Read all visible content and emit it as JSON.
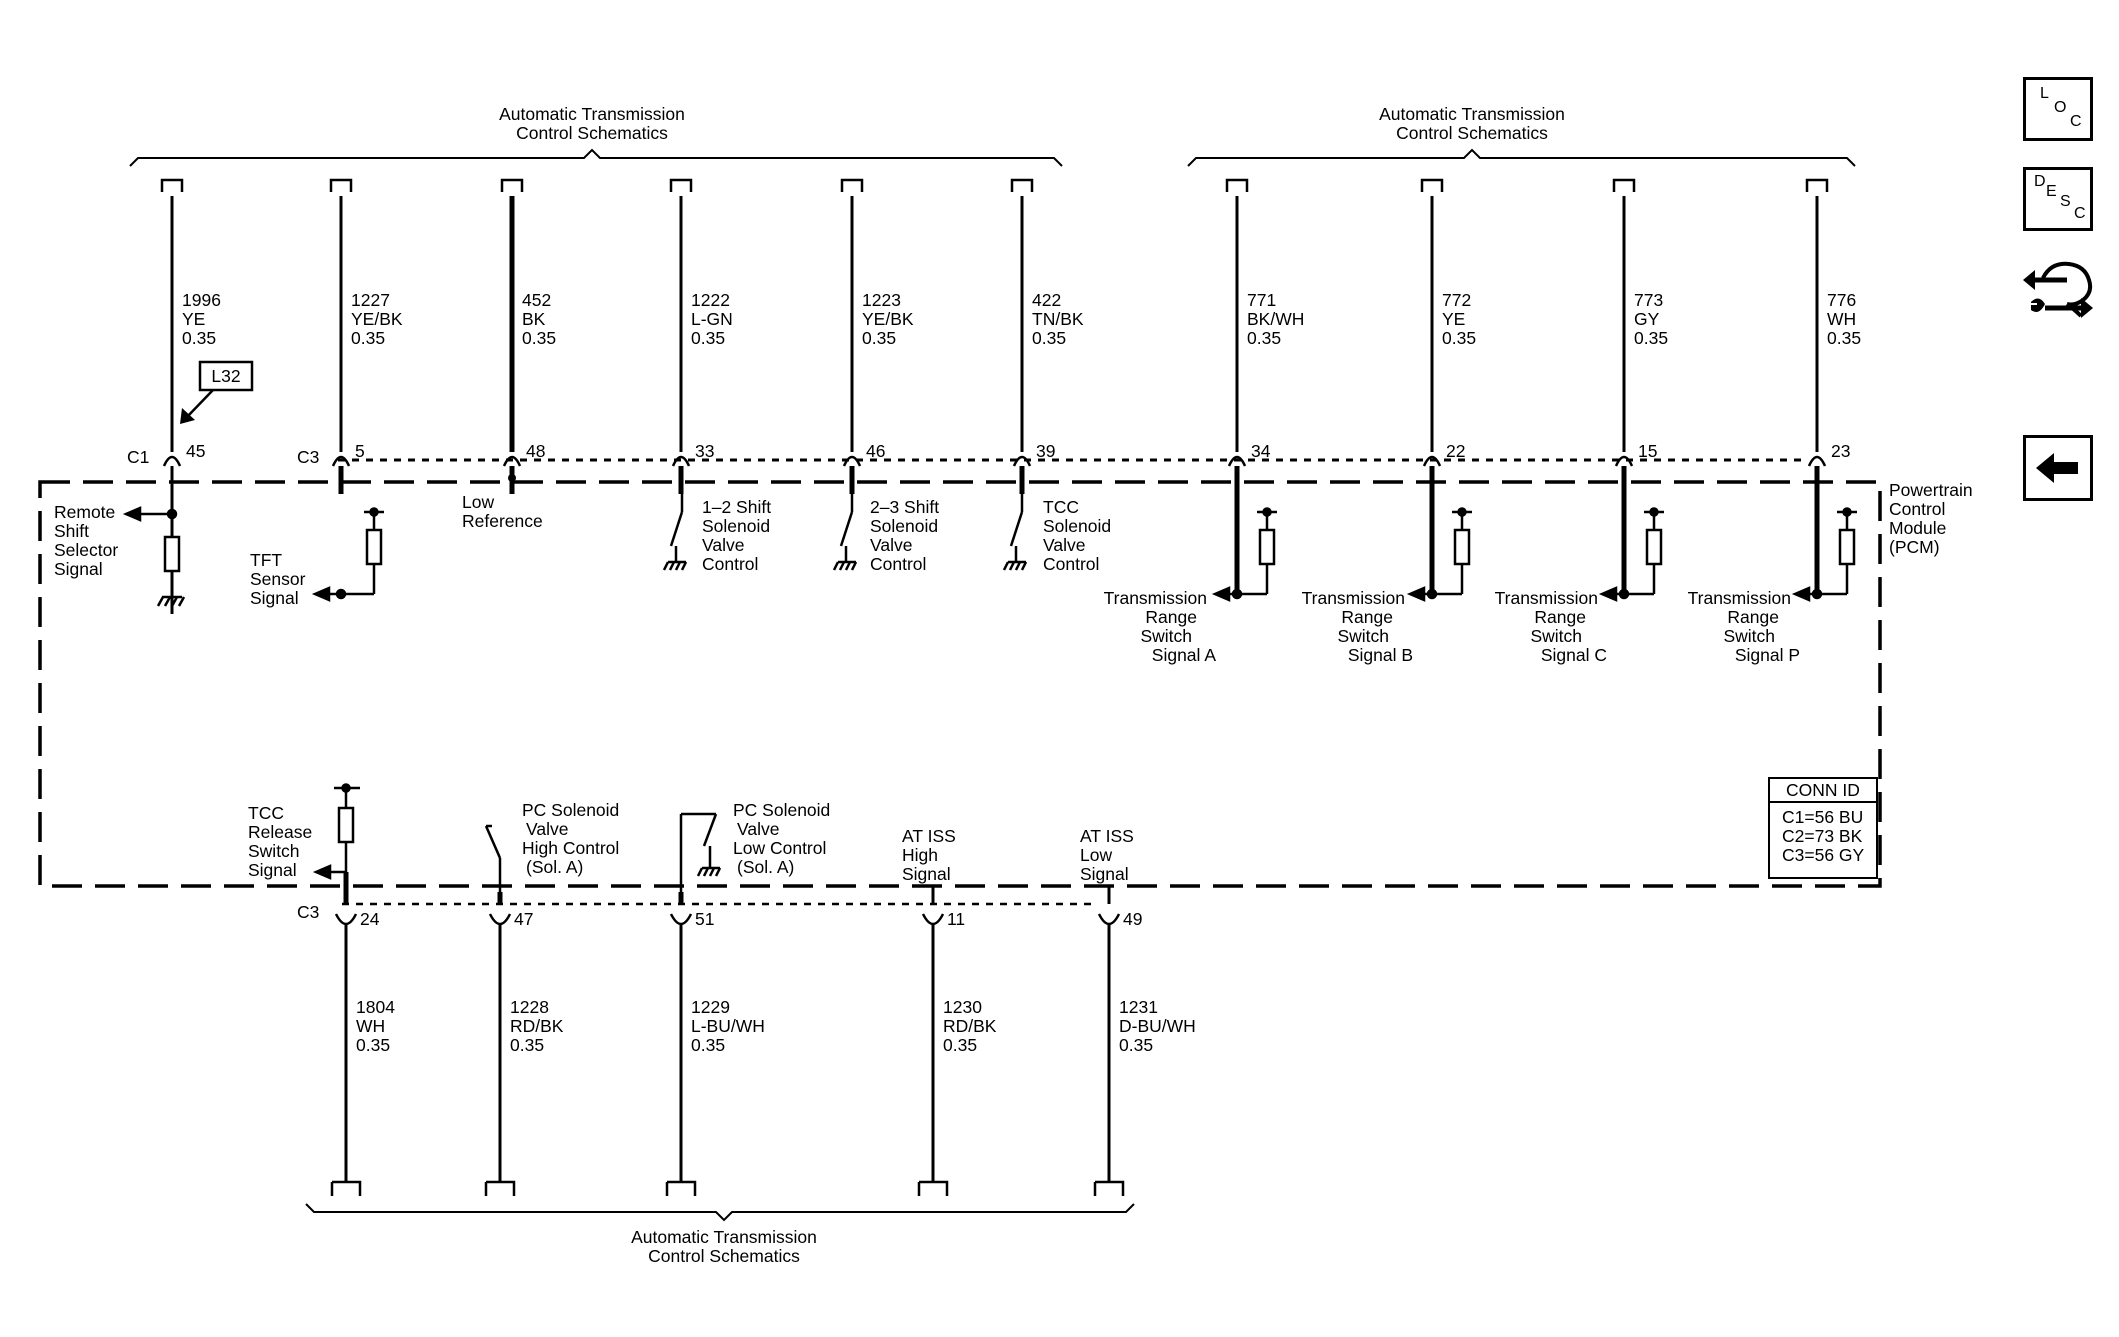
{
  "headers": {
    "top_left": [
      "Automatic Transmission",
      "Control Schematics"
    ],
    "top_right": [
      "Automatic Transmission",
      "Control Schematics"
    ],
    "bottom": [
      "Automatic Transmission",
      "Control Schematics"
    ]
  },
  "module": {
    "label": [
      "Powertrain",
      "Control",
      "Module",
      "(PCM)"
    ]
  },
  "top_circuits": [
    {
      "circuit": "1996",
      "color": "YE",
      "gauge": "0.35",
      "pin": "45"
    },
    {
      "circuit": "1227",
      "color": "YE/BK",
      "gauge": "0.35",
      "pin": "5"
    },
    {
      "circuit": "452",
      "color": "BK",
      "gauge": "0.35",
      "pin": "48"
    },
    {
      "circuit": "1222",
      "color": "L-GN",
      "gauge": "0.35",
      "pin": "33"
    },
    {
      "circuit": "1223",
      "color": "YE/BK",
      "gauge": "0.35",
      "pin": "46"
    },
    {
      "circuit": "422",
      "color": "TN/BK",
      "gauge": "0.35",
      "pin": "39"
    },
    {
      "circuit": "771",
      "color": "BK/WH",
      "gauge": "0.35",
      "pin": "34"
    },
    {
      "circuit": "772",
      "color": "YE",
      "gauge": "0.35",
      "pin": "22"
    },
    {
      "circuit": "773",
      "color": "GY",
      "gauge": "0.35",
      "pin": "15"
    },
    {
      "circuit": "776",
      "color": "WH",
      "gauge": "0.35",
      "pin": "23"
    }
  ],
  "bottom_circuits": [
    {
      "circuit": "1804",
      "color": "WH",
      "gauge": "0.35",
      "pin": "24"
    },
    {
      "circuit": "1228",
      "color": "RD/BK",
      "gauge": "0.35",
      "pin": "47"
    },
    {
      "circuit": "1229",
      "color": "L-BU/WH",
      "gauge": "0.35",
      "pin": "51"
    },
    {
      "circuit": "1230",
      "color": "RD/BK",
      "gauge": "0.35",
      "pin": "11"
    },
    {
      "circuit": "1231",
      "color": "D-BU/WH",
      "gauge": "0.35",
      "pin": "49"
    }
  ],
  "connectors": {
    "c1": "C1",
    "c3_top": "C3",
    "c3_bottom": "C3"
  },
  "option_tag": "L32",
  "top_signals": {
    "remote": [
      "Remote",
      "Shift",
      "Selector",
      "Signal"
    ],
    "tft": [
      "TFT",
      "Sensor",
      "Signal"
    ],
    "low_ref": [
      "Low",
      "Reference"
    ],
    "shift12": [
      "1–2 Shift",
      "Solenoid",
      "Valve",
      "Control"
    ],
    "shift23": [
      "2–3 Shift",
      "Solenoid",
      "Valve",
      "Control"
    ],
    "tcc_sol": [
      "TCC",
      "Solenoid",
      "Valve",
      "Control"
    ],
    "trs_a": [
      "Transmission",
      "Range",
      "Switch",
      "Signal A"
    ],
    "trs_b": [
      "Transmission",
      "Range",
      "Switch",
      "Signal B"
    ],
    "trs_c": [
      "Transmission",
      "Range",
      "Switch",
      "Signal C"
    ],
    "trs_p": [
      "Transmission",
      "Range",
      "Switch",
      "Signal P"
    ]
  },
  "bottom_signals": {
    "tcc_release": [
      "TCC",
      "Release",
      "Switch",
      "Signal"
    ],
    "pc_high": [
      "PC Solenoid",
      "Valve",
      "High Control",
      "(Sol. A)"
    ],
    "pc_low": [
      "PC Solenoid",
      "Valve",
      "Low Control",
      "(Sol. A)"
    ],
    "iss_high": [
      "AT ISS",
      "High",
      "Signal"
    ],
    "iss_low": [
      "AT ISS",
      "Low",
      "Signal"
    ]
  },
  "conn_id": {
    "title": "CONN ID",
    "rows": [
      "C1=56 BU",
      "C2=73 BK",
      "C3=56 GY"
    ]
  },
  "side_buttons": {
    "loc": [
      "L",
      "O",
      "C"
    ],
    "desc": [
      "D",
      "E",
      "S",
      "C"
    ]
  }
}
